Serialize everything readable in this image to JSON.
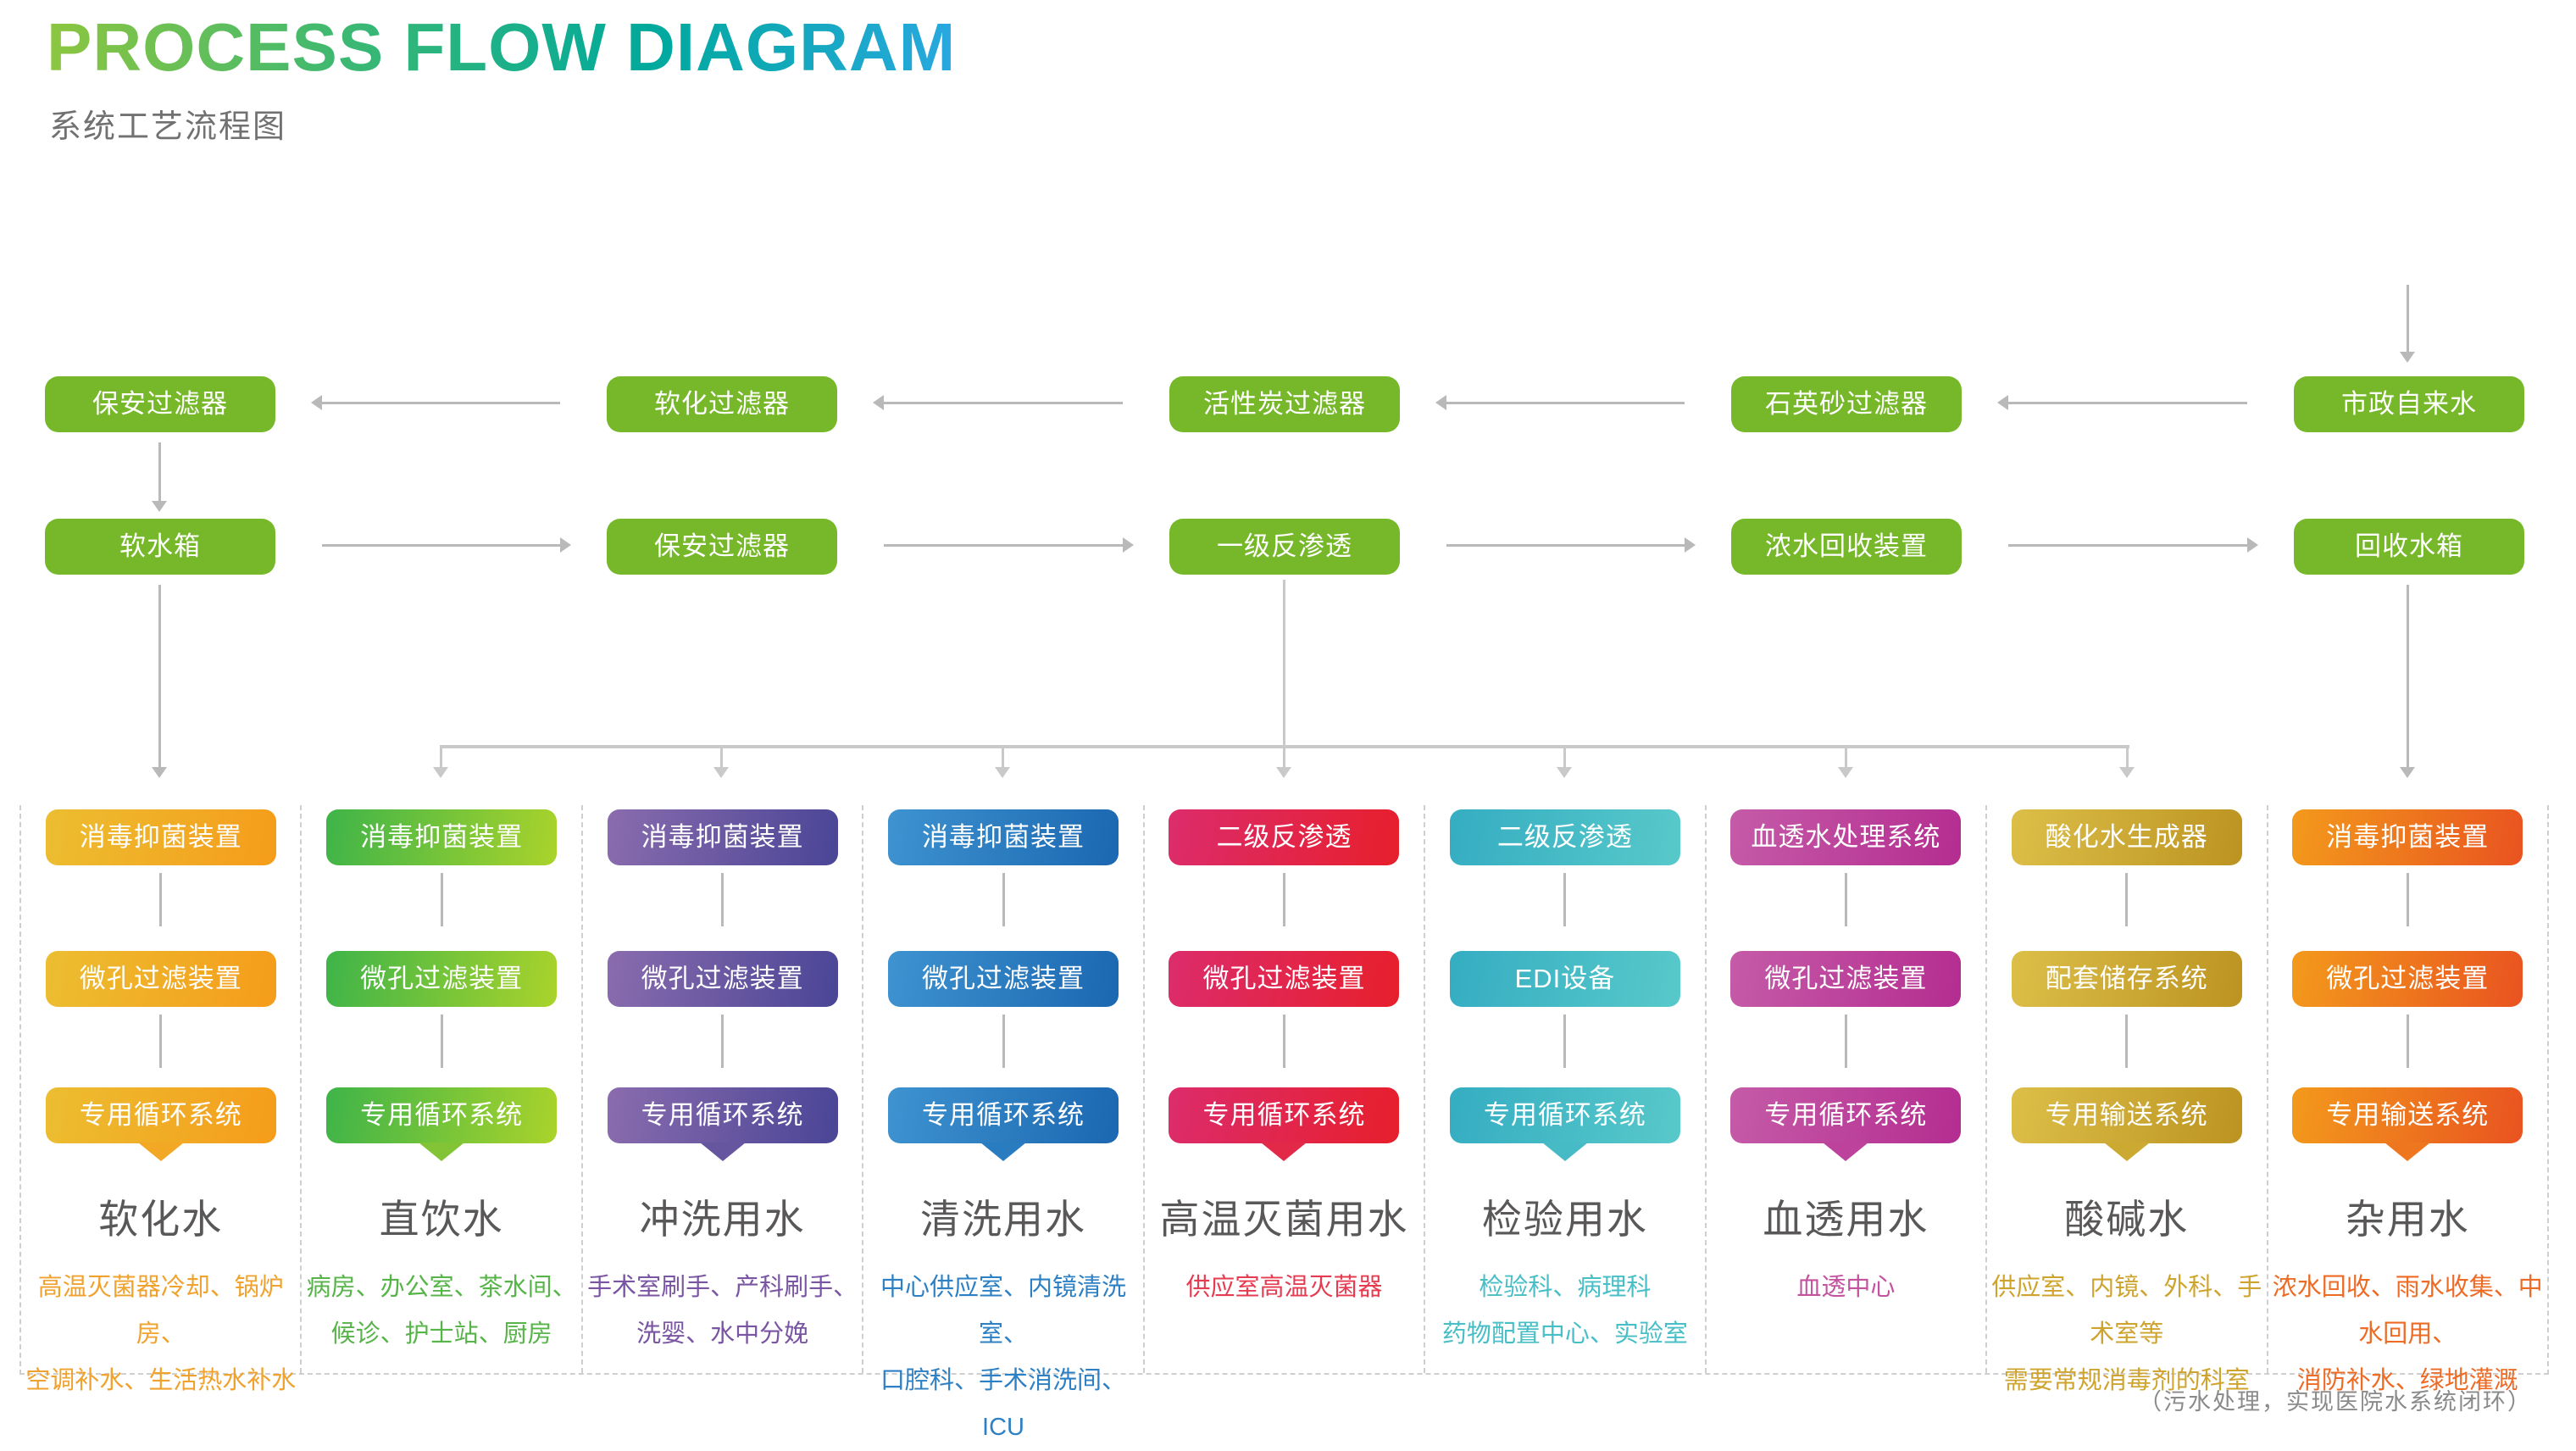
{
  "header": {
    "title": "PROCESS FLOW DIAGRAM",
    "subtitle": "系统工艺流程图"
  },
  "top_flow": {
    "row1": [
      "保安过滤器",
      "软化过滤器",
      "活性炭过滤器",
      "石英砂过滤器",
      "市政自来水"
    ],
    "row2": [
      "软水箱",
      "保安过滤器",
      "一级反渗透",
      "浓水回收装置",
      "回收水箱"
    ]
  },
  "columns": [
    {
      "boxes": [
        "消毒抑菌装置",
        "微孔过滤装置",
        "专用循环系统"
      ],
      "title": "软化水",
      "desc": "高温灭菌器冷却、锅炉房、\n空调补水、生活热水补水",
      "colors": {
        "from": "#ecbe31",
        "to": "#f59c1b",
        "tail": "#f2a824",
        "desc": "#f0a22e"
      }
    },
    {
      "boxes": [
        "消毒抑菌装置",
        "微孔过滤装置",
        "专用循环系统"
      ],
      "title": "直饮水",
      "desc": "病房、办公室、茶水间、\n候诊、护士站、厨房",
      "colors": {
        "from": "#3eb449",
        "to": "#aad32b",
        "tail": "#83c437",
        "desc": "#57b449"
      }
    },
    {
      "boxes": [
        "消毒抑菌装置",
        "微孔过滤装置",
        "专用循环系统"
      ],
      "title": "冲洗用水",
      "desc": "手术室刷手、产科刷手、\n洗婴、水中分娩",
      "colors": {
        "from": "#8a6cae",
        "to": "#4a4596",
        "tail": "#66559f",
        "desc": "#7a55a3"
      }
    },
    {
      "boxes": [
        "消毒抑菌装置",
        "微孔过滤装置",
        "专用循环系统"
      ],
      "title": "清洗用水",
      "desc": "中心供应室、内镜清洗室、\n口腔科、手术消洗间、ICU",
      "colors": {
        "from": "#3e93d0",
        "to": "#1b67b1",
        "tail": "#2a7cc0",
        "desc": "#2e80c4"
      }
    },
    {
      "boxes": [
        "二级反渗透",
        "微孔过滤装置",
        "专用循环系统"
      ],
      "title": "高温灭菌用水",
      "desc": "供应室高温灭菌器",
      "colors": {
        "from": "#dc2c6c",
        "to": "#e71f2c",
        "tail": "#e22a48",
        "desc": "#e63c52"
      }
    },
    {
      "boxes": [
        "二级反渗透",
        "EDI设备",
        "专用循环系统"
      ],
      "title": "检验用水",
      "desc": "检验科、病理科\n药物配置中心、实验室",
      "colors": {
        "from": "#35adc2",
        "to": "#58c9ca",
        "tail": "#46bbc6",
        "desc": "#48bec6"
      }
    },
    {
      "boxes": [
        "血透水处理系统",
        "微孔过滤装置",
        "专用循环系统"
      ],
      "title": "血透用水",
      "desc": "血透中心",
      "colors": {
        "from": "#c55ba8",
        "to": "#b42d90",
        "tail": "#bc429c",
        "desc": "#c3539f"
      }
    },
    {
      "boxes": [
        "酸化水生成器",
        "配套储存系统",
        "专用输送系统"
      ],
      "title": "酸碱水",
      "desc": "供应室、内镜、外科、手术室等\n需要常规消毒剂的科室",
      "colors": {
        "from": "#dcbf48",
        "to": "#bc9321",
        "tail": "#ccaa32",
        "desc": "#cfa42e"
      }
    },
    {
      "boxes": [
        "消毒抑菌装置",
        "微孔过滤装置",
        "专用输送系统"
      ],
      "title": "杂用水",
      "desc": "浓水回收、雨水收集、中水回用、\n消防补水、绿地灌溉",
      "colors": {
        "from": "#f39a1c",
        "to": "#e95320",
        "tail": "#ee761e",
        "desc": "#ee6b26"
      }
    }
  ],
  "footnote": "（污水处理，实现医院水系统闭环）",
  "colors": {
    "green": "#76b82a",
    "arrow": "#b9b9b9",
    "fan": "#c9c9c9",
    "dash": "#cfcfcf",
    "title_gradient": [
      "#8dc63f",
      "#3bb873",
      "#00a99d",
      "#29a8e0"
    ],
    "subtitle_gray": "#727171",
    "column_title_gray": "#595757",
    "footnote_gray": "#8a8a8a"
  }
}
